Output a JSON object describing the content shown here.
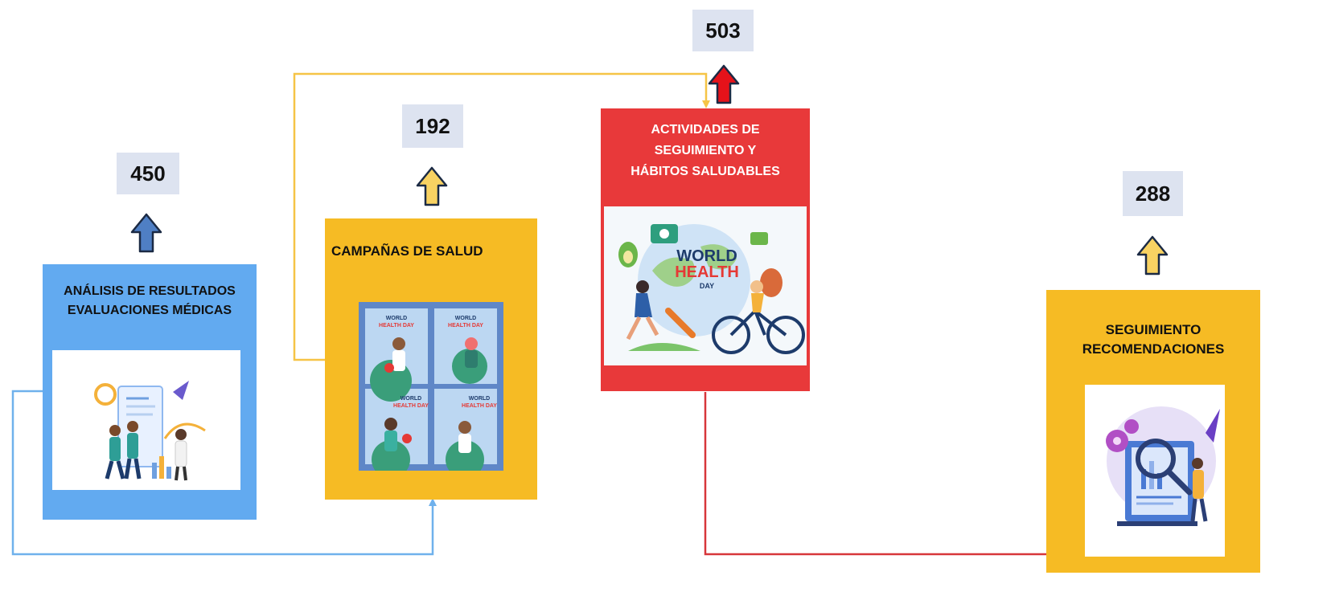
{
  "colors": {
    "blue": "#62aaf0",
    "yellow": "#f6bb24",
    "red": "#e8393a",
    "count_bg": "#dde3f0",
    "arrow_blue": "#4f7fc4",
    "arrow_yellow": "#f8d262",
    "arrow_red": "#e5121a",
    "connector_blue": "#6fb1ec",
    "connector_yellow": "#f6c446",
    "connector_red": "#d7363a"
  },
  "nodes": [
    {
      "id": "analisis",
      "title": "ANÁLISIS DE RESULTADOS\nEVALUACIONES MÉDICAS",
      "count": "450",
      "color": "blue",
      "arrow": "blue",
      "icon": "medical-analysis-illustration"
    },
    {
      "id": "campanas",
      "title": "CAMPAÑAS DE SALUD",
      "count": "192",
      "color": "yellow",
      "arrow": "yellow",
      "icon": "world-health-day-posters-illustration"
    },
    {
      "id": "actividades",
      "title": "ACTIVIDADES DE\nSEGUIMIENTO Y\nHÁBITOS SALUDABLES",
      "count": "503",
      "color": "red",
      "arrow": "red",
      "icon": "world-health-day-illustration"
    },
    {
      "id": "seguimiento",
      "title": "SEGUIMIENTO\nRECOMENDACIONES",
      "count": "288",
      "color": "yellow",
      "arrow": "yellow",
      "icon": "report-analysis-illustration"
    }
  ],
  "illustrations": {
    "world_health_day": {
      "line1": "WORLD",
      "line2": "HEALTH",
      "line3": "DAY"
    },
    "poster_text": {
      "line1": "WORLD",
      "line2": "HEALTH DAY"
    }
  }
}
